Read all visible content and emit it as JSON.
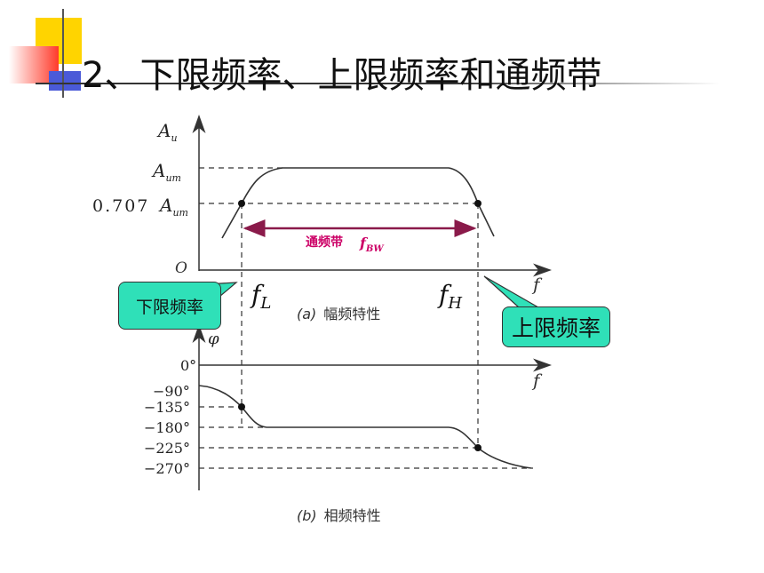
{
  "title": "2、下限频率、上限频率和通频带",
  "callouts": {
    "lower": "下限频率",
    "upper": "上限频率"
  },
  "top_plot": {
    "y_axis_label": "A",
    "y_axis_sub": "u",
    "aum_label": "A",
    "aum_sub": "um",
    "ratio_label": "0.707",
    "origin": "O",
    "x_axis_label": "f",
    "fl_label": "f",
    "fl_sub": "L",
    "fh_label": "f",
    "fh_sub": "H",
    "band_label": "通频带",
    "band_sym": "f",
    "band_sub": "BW",
    "caption_mark": "(a)",
    "caption_text": "幅频特性"
  },
  "bottom_plot": {
    "y_axis_label": "φ",
    "x_axis_label": "f",
    "ticks": [
      "0°",
      "−90°",
      "−135°",
      "−180°",
      "−225°",
      "−270°"
    ],
    "caption_mark": "(b)",
    "caption_text": "相频特性"
  },
  "colors": {
    "accent": "#cc0066",
    "callout_fill": "#2fe0b8",
    "deco_yellow": "#ffd400",
    "deco_red": "#ff4a3a",
    "deco_blue": "#4a5ad8"
  }
}
